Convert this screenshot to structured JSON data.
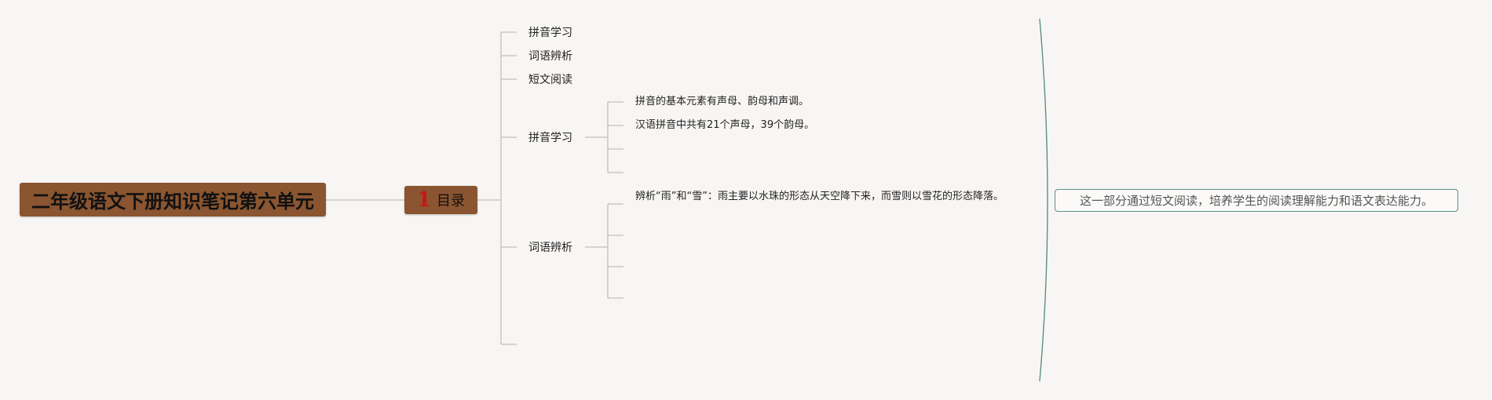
{
  "root": {
    "title": "二年级语文下册知识笔记第六单元"
  },
  "hub": {
    "number": "1",
    "label": "目录"
  },
  "branches": [
    {
      "label": "拼音学习"
    },
    {
      "label": "词语辨析"
    },
    {
      "label": "短文阅读"
    },
    {
      "label": "拼音学习",
      "children": [
        "拼音的基本元素有声母、韵母和声调。",
        "汉语拼音中共有21个声母，39个韵母。"
      ]
    },
    {
      "label": "词语辨析",
      "children": [
        "辨析“雨”和“雪”：雨主要以水珠的形态从天空降下来，而雪则以雪花的形态降落。"
      ]
    }
  ],
  "summary": {
    "text": "这一部分通过短文阅读，培养学生的阅读理解能力和语文表达能力。"
  },
  "colors": {
    "node_fill": "#8a5530",
    "connector": "#c6bdb5",
    "number_accent": "#c8141c",
    "summary_border": "#5a8f88",
    "background": "#f8f6f4"
  }
}
